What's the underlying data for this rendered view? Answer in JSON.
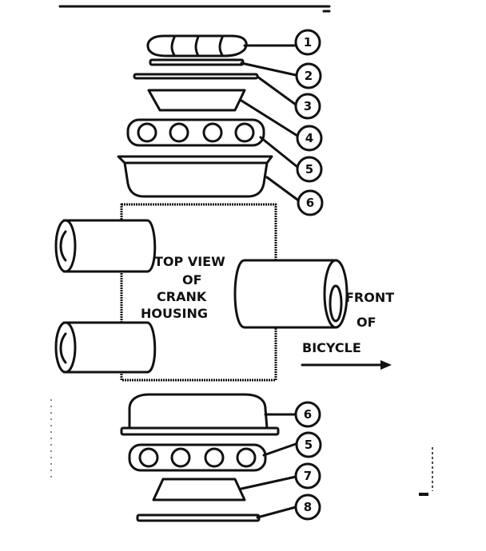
{
  "housing_label": {
    "line1": "TOP VIEW",
    "line2": "OF",
    "line3": "CRANK",
    "line4": "HOUSING"
  },
  "direction_label": {
    "line1": "FRONT",
    "line2": "OF",
    "line3": "BICYCLE"
  },
  "callouts": [
    "1",
    "2",
    "3",
    "4",
    "5",
    "6",
    "6",
    "5",
    "7",
    "8"
  ]
}
